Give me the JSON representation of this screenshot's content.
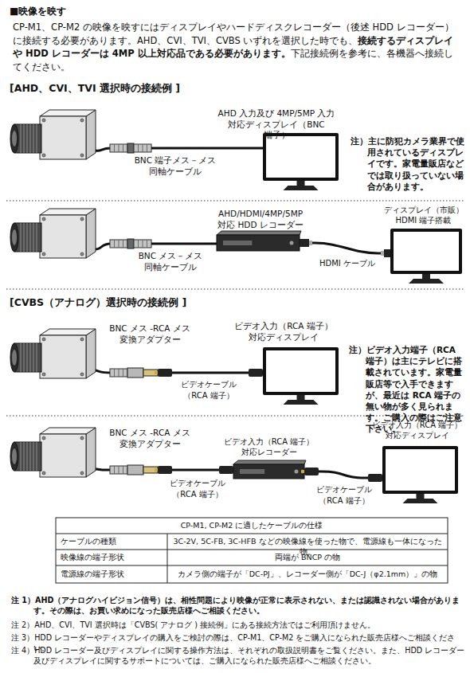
{
  "diagram": {
    "title": "■映像を映す",
    "nodes": [
      {
        "text": [
          "AHD 入力及び 4MP/5MP 入力 対応ディスプレイ（BNC 端子）"
        ]
      },
      {
        "text": [
          "AHD/HDMI/4MP/5MP 対応 HDD レコーダー"
        ]
      },
      {
        "text": [
          "ディスプレイ（市販） HDMI 端子搭載"
        ]
      },
      {
        "text": [
          "ビデオ入力（RCA 端子） 対応ディスプレイ"
        ]
      },
      {
        "text": [
          "ビデオ入力（RCA 端子） 対応レコーダー"
        ]
      },
      {
        "text": [
          "ビデオ入力（RCA 端子） 対応ディスプレイ"
        ]
      }
    ],
    "edges": [
      {
        "from": 1,
        "to": 2,
        "arrow": "none",
        "label": "HDMI ケーブル"
      },
      {
        "from": 4,
        "to": 5,
        "arrow": "none",
        "label": "ビデオケーブル （RCA 端子）"
      }
    ],
    "labels": [
      "CP-M1、CP-M2 の映像を映すにはディスプレイやハードディスクレコーダー（後述 HDD レコーダー）に接続する必要があります。AHD、CVI、TVI、CVBS いずれを選択した時でも、",
      "接続するディスプレイや HDD レコーダーは 4MP 以上対応品である必要があります。",
      "下記接続例を参考に、各機器へ接続してください。",
      "[AHD、CVI、TVI 選択時の接続例 ]",
      "BNC 端子メス－メス 同軸ケーブル",
      "注）主に防犯カメラ業界で使用されているディスプレイです。家電量販店などでは取り扱っていない場合があります。",
      "BNC メス－メス 同軸ケーブル",
      "[CVBS（アナログ）選択時の接続例 ]",
      "BNC メス -RCA メス 変換アダプター",
      "ビデオケーブル （RCA 端子）",
      "注）ビデオ入力端子（RCA 端子）は主にテレビに搭載されています。家電量販店等で入手できますが、最近は RCA 端子の無い物が多く見られます。ご購入の際はご注意下さい。",
      "BNC メス -RCA メス 変換アダプター",
      "ビデオケーブル （RCA 端子）",
      "CP-M1, CP-M2 に適したケーブルの仕様",
      "ケーブルの種類",
      "3C-2V, 5C-FB, 3C-HFB などの映像線を使った物で、電源線も一体になった物。",
      "映像線の端子形状",
      "両端が BNCP の物",
      "電源線の端子形状",
      "カメラ側の端子が「DC-PJ」、レコーダー側が「DC-J（φ2.1mm）」の物",
      "注 1）AHD（アナログハイビジョン信号）は、相性問題により映像が正常に表示されない、または認識されない場合があります。その際は、お買い求めになった販売店様へご相談ください。",
      "注 2）AHD、CVI、TVI 選択時は「CVBS( アナログ ) 接続例」にある接続方法ではご利用頂けません。",
      "注 3）HDD レコーダーやディスプレイの購入をご検討の際は、CP-M1、CP-M2 をご購入になられた販売店様へご相談ください。",
      "注 4）HDD レコーダー及びディスプレイに関する操作方法は、それぞれの取扱説明書をご覧ください。また、HDD レコーダー及びディスプレイに関するサポートについては、ご購入になられた販売店様へご相談ください。"
    ]
  }
}
